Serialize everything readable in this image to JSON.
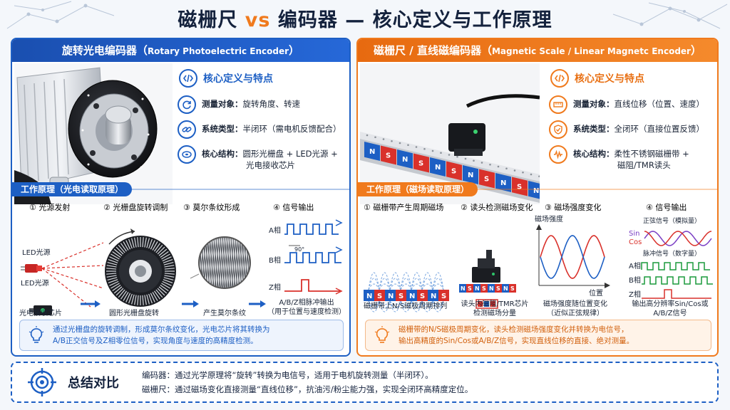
{
  "title": {
    "part1": "磁栅尺",
    "vs": "vs",
    "part2": "编码器 — 核心定义与工作原理"
  },
  "left": {
    "header": "旋转光电编码器（",
    "header_sub": "Rotary Photoelectric Encoder",
    "header_end": "）",
    "features_title": "核心定义与特点",
    "features": [
      {
        "key": "测量对象：",
        "value": "旋转角度、转速",
        "icon": "rotate-icon"
      },
      {
        "key": "系统类型：",
        "value": "半闭环（需电机反馈配合）",
        "icon": "link-icon"
      },
      {
        "key": "核心结构：",
        "value": "圆形光栅盘 + LED光源 +",
        "value2": "光电接收芯片",
        "icon": "disk-icon"
      }
    ],
    "section": "工作原理（光电读取原理）",
    "steps": [
      "① 光源发射",
      "② 光栅盘旋转调制",
      "③ 莫尔条纹形成",
      "④ 信号输出"
    ],
    "labels": {
      "led": "LED光源",
      "receiver": "光电接收芯片",
      "disk": "圆形光栅盘旋转",
      "moire": "产生莫尔条纹",
      "a": "A相",
      "b": "B相",
      "z": "Z相",
      "deg": "90°",
      "output1": "A/B/Z相脉冲输出",
      "output2": "（用于位置与速度检测）"
    },
    "note1": "通过光栅盘的旋转调制，形成莫尔条纹变化，光电芯片将其转换为",
    "note2": "A/B正交信号及Z相零位信号，实现角度与速度的高精度检测。"
  },
  "right": {
    "header": "磁栅尺 / 直线磁编码器（",
    "header_sub": "Magnetic Scale / Linear Magnetc Encoder",
    "header_end": "）",
    "features_title": "核心定义与特点",
    "features": [
      {
        "key": "测量对象：",
        "value": "直线位移（位置、速度）",
        "icon": "ruler-icon"
      },
      {
        "key": "系统类型：",
        "value": "全闭环（直接位置反馈）",
        "icon": "shield-check-icon"
      },
      {
        "key": "核心结构：",
        "value": "柔性不锈钢磁栅带 +",
        "value2": "磁阻/TMR读头",
        "icon": "wave-icon"
      }
    ],
    "section": "工作原理（磁场读取原理）",
    "steps": [
      "① 磁栅带产生周期磁场",
      "② 读头检测磁场变化",
      "③ 磁场强度变化",
      "④ 信号输出"
    ],
    "labels": {
      "n": "N",
      "s": "S",
      "tape": "磁栅带上N/S磁极周期排列",
      "head1": "读头内磁阻/TMR芯片",
      "head2": "检测磁场分量",
      "yaxis": "磁场强度",
      "xaxis": "位置",
      "field1": "磁场强度随位置变化",
      "field2": "（近似正弦规律）",
      "sine_title": "正弦信号（模拟量）",
      "sin": "Sin",
      "cos": "Cos",
      "pulse_title": "脉冲信号（数字量）",
      "a": "A相",
      "b": "B相",
      "z": "Z相",
      "output1": "输出高分辨率Sin/Cos或",
      "output2": "A/B/Z信号"
    },
    "note1": "磁栅带的N/S磁极周期变化，读头检测磁场强度变化并转换为电信号，",
    "note2": "输出高精度的Sin/Cos或A/B/Z信号，实现直线位移的直接、绝对测量。"
  },
  "summary": {
    "title": "总结对比",
    "line1": "编码器：通过光学原理将“旋转”转换为电信号，适用于电机旋转测量（半闭环）。",
    "line2": "磁栅尺：通过磁场变化直接测量“直线位移”，抗油污/粉尘能力强，实现全闭环高精度定位。"
  },
  "colors": {
    "blue": "#1d5fc4",
    "orange": "#f07a1d",
    "red": "#d9312b",
    "green": "#1a9a3c",
    "purple": "#7b3fc4"
  }
}
